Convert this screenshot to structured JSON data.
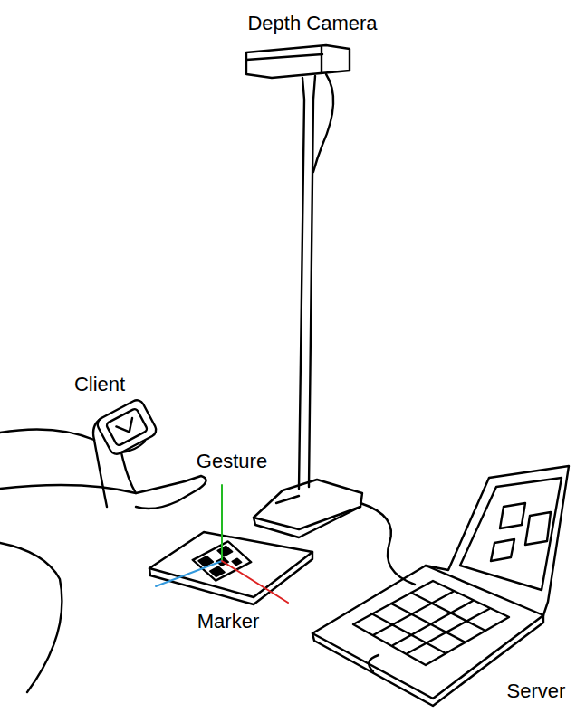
{
  "diagram": {
    "labels": [
      "Depth Camera",
      "Client",
      "Gesture",
      "Marker",
      "Server"
    ]
  }
}
